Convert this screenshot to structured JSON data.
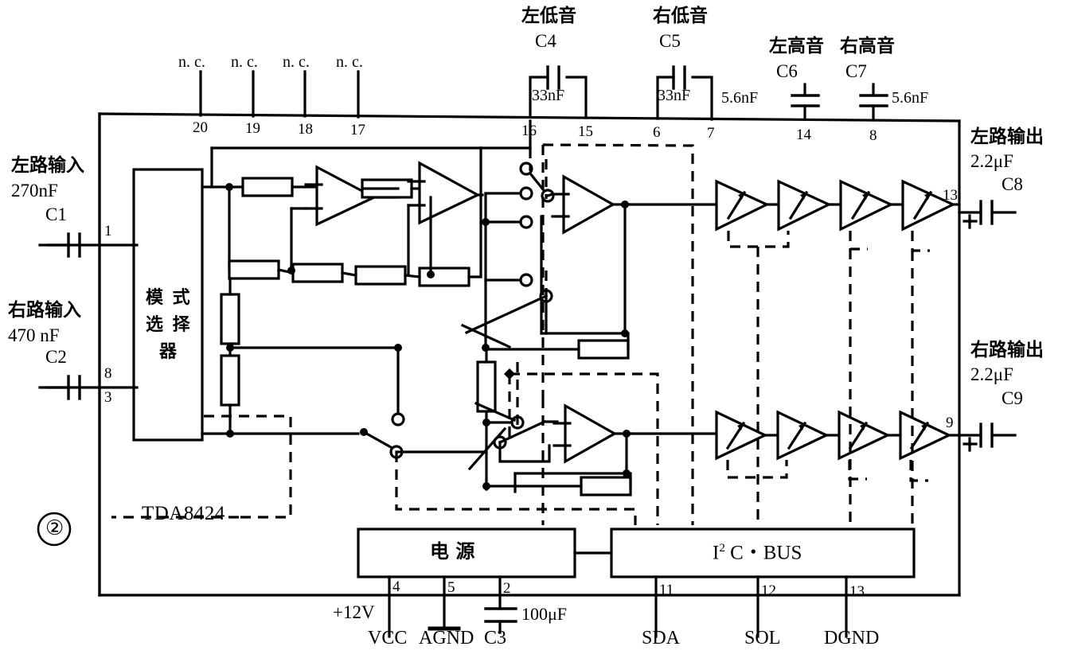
{
  "figure": {
    "number": "②",
    "chip_label": "TDA8424"
  },
  "blocks": {
    "mode_selector": "模式\n选择\n器",
    "mode_selector_lines": [
      "模 式",
      "选 择",
      "器"
    ],
    "power": "电    源",
    "i2c_bus_base": "I",
    "i2c_bus_sup": "2",
    "i2c_bus_rest": " C・BUS"
  },
  "top_pins": [
    {
      "number": "20",
      "label": "n. c."
    },
    {
      "number": "19",
      "label": "n. c."
    },
    {
      "number": "18",
      "label": "n. c."
    },
    {
      "number": "17",
      "label": "n. c."
    },
    {
      "number": "16",
      "label": ""
    },
    {
      "number": "15",
      "label": ""
    },
    {
      "number": "6",
      "label": ""
    },
    {
      "number": "7",
      "label": ""
    },
    {
      "number": "14",
      "label": ""
    },
    {
      "number": "8",
      "label": ""
    }
  ],
  "bottom_pins": [
    {
      "number": "4",
      "label": "VCC",
      "note": "+12V"
    },
    {
      "number": "5",
      "label": "AGND",
      "note": ""
    },
    {
      "number": "2",
      "label": "C3",
      "note": "100μF"
    },
    {
      "number": "11",
      "label": "SDA",
      "note": ""
    },
    {
      "number": "12",
      "label": "SOL",
      "note": ""
    },
    {
      "number": "13",
      "label": "DGND",
      "note": ""
    }
  ],
  "left_pins": [
    {
      "number": "1"
    },
    {
      "number": "8"
    },
    {
      "number": "3"
    }
  ],
  "right_pins": [
    {
      "number": "13"
    },
    {
      "number": "9"
    }
  ],
  "components": {
    "c1": {
      "title": "左路输入",
      "value": "270nF",
      "ref": "C1"
    },
    "c2": {
      "title": "右路输入",
      "value": "470 nF",
      "ref": "C2"
    },
    "c4": {
      "title": "左低音",
      "ref": "C4",
      "value": "33nF"
    },
    "c5": {
      "title": "右低音",
      "ref": "C5",
      "value": "33nF"
    },
    "c6": {
      "title": "左高音",
      "ref": "C6",
      "value": "5.6nF"
    },
    "c7": {
      "title": "右高音",
      "ref": "C7",
      "value": "5.6nF"
    },
    "c8": {
      "title": "左路输出",
      "value": "2.2μF",
      "ref": "C8",
      "polarity": "+"
    },
    "c9": {
      "title": "右路输出",
      "value": "2.2μF",
      "ref": "C9",
      "polarity": "+"
    },
    "c3": {
      "value": "100μF",
      "ref": "C3"
    },
    "vcc": {
      "value": "+12V"
    }
  },
  "colors": {
    "line": "#000000",
    "background": "#ffffff"
  }
}
